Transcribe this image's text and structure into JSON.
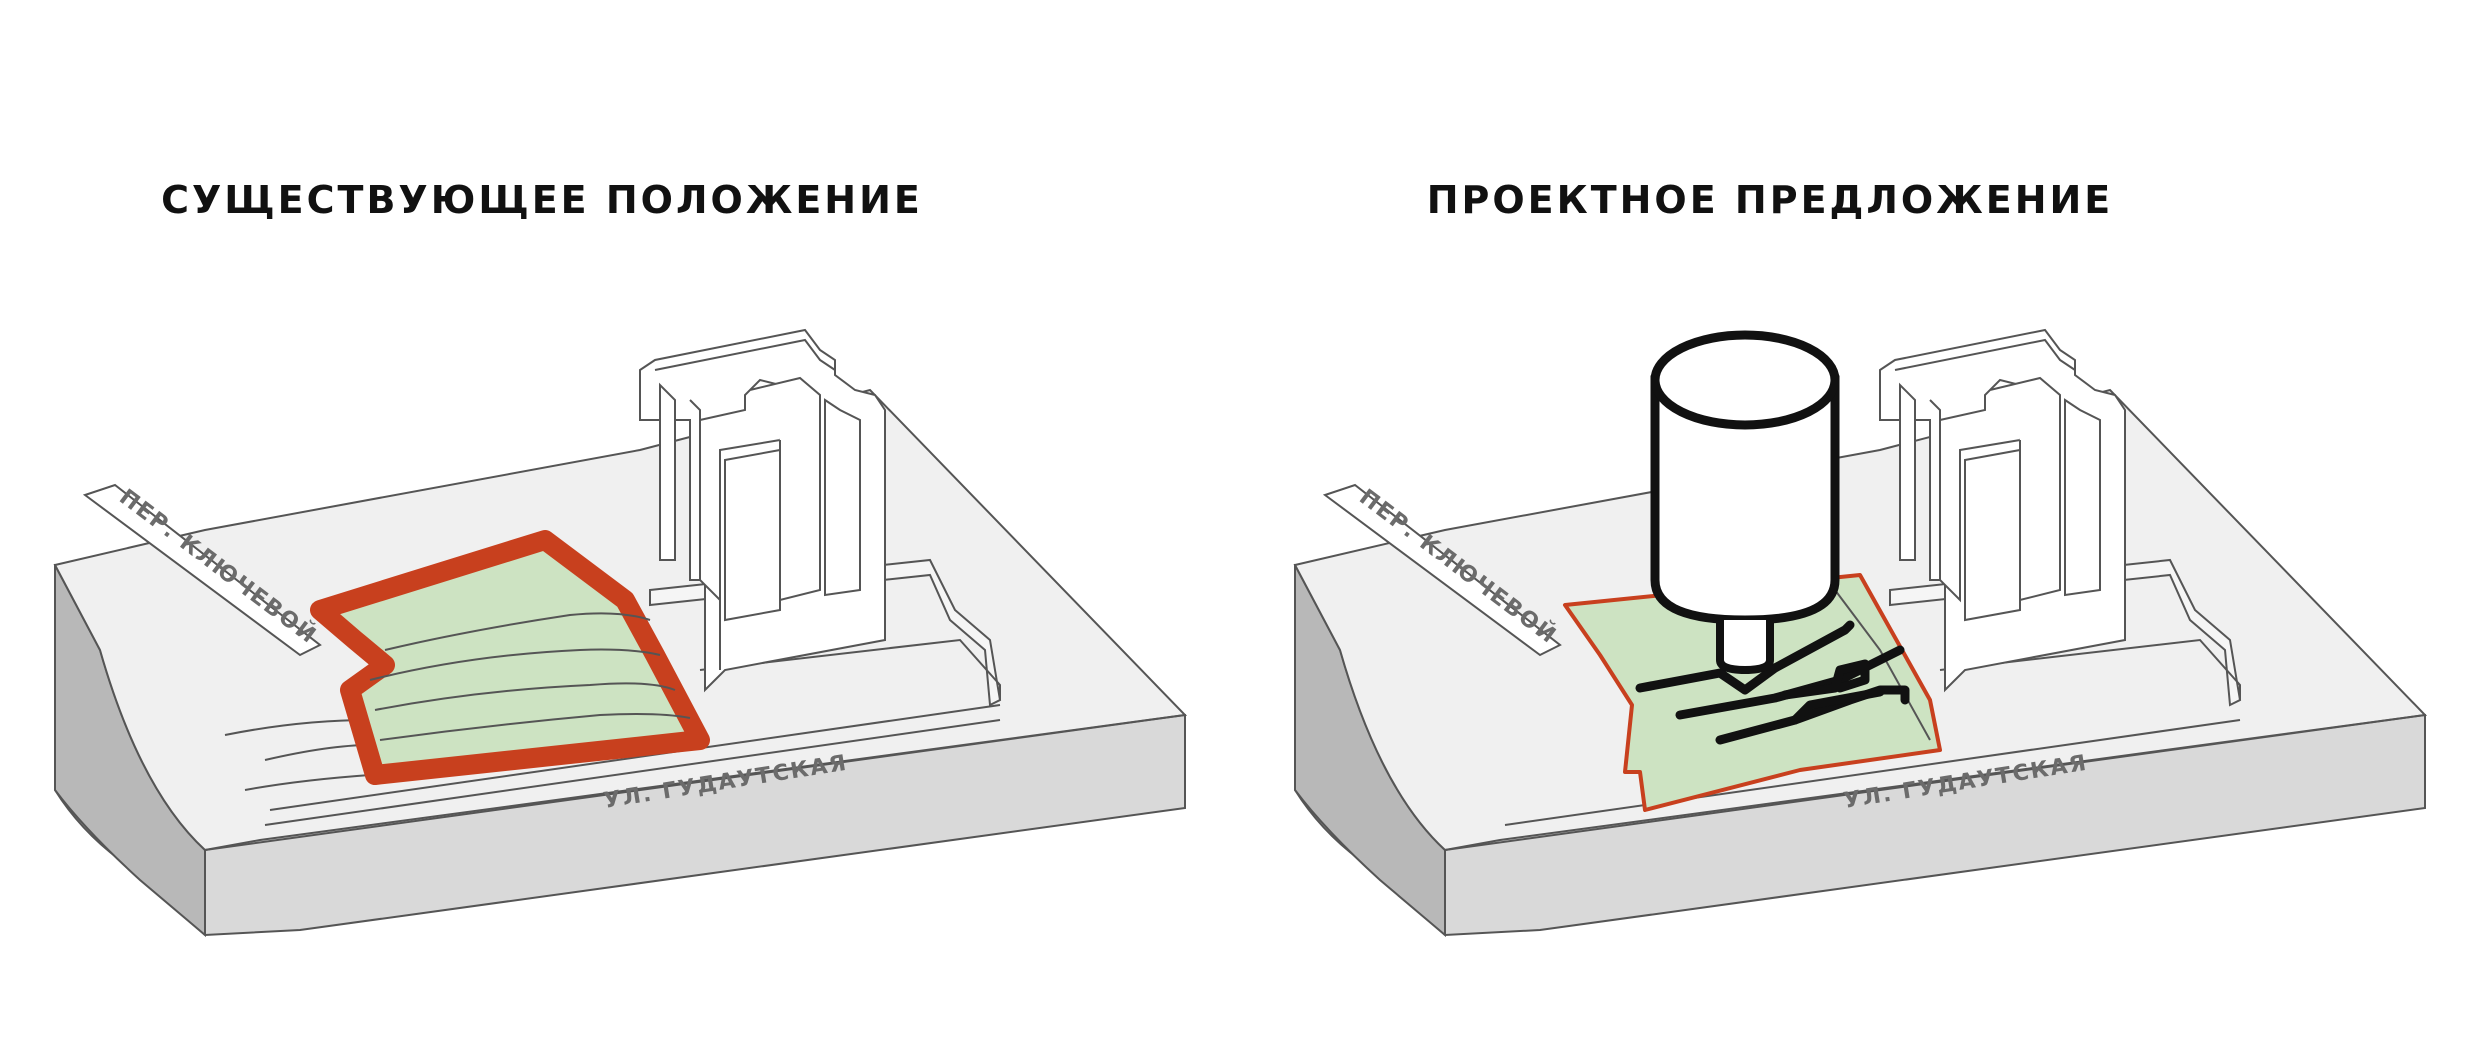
{
  "panels": [
    {
      "title": "СУЩЕСТВУЮЩЕЕ ПОЛОЖЕНИЕ",
      "street_lane": "ПЕР. КЛЮЧЕВОЙ",
      "street_main": "УЛ. ГУДАУТСКАЯ"
    },
    {
      "title": "ПРОЕКТНОЕ ПРЕДЛОЖЕНИЕ",
      "street_lane": "ПЕР. КЛЮЧЕВОЙ",
      "street_main": "УЛ. ГУДАУТСКАЯ"
    }
  ],
  "colors": {
    "site_outline": "#c8401e",
    "site_fill": "#cde3c2",
    "terrain_side": "#b8b8b8",
    "terrain_front": "#d9d9d9",
    "terrain_top": "#f0f0f0",
    "line": "#555555",
    "bold_line": "#111111"
  }
}
